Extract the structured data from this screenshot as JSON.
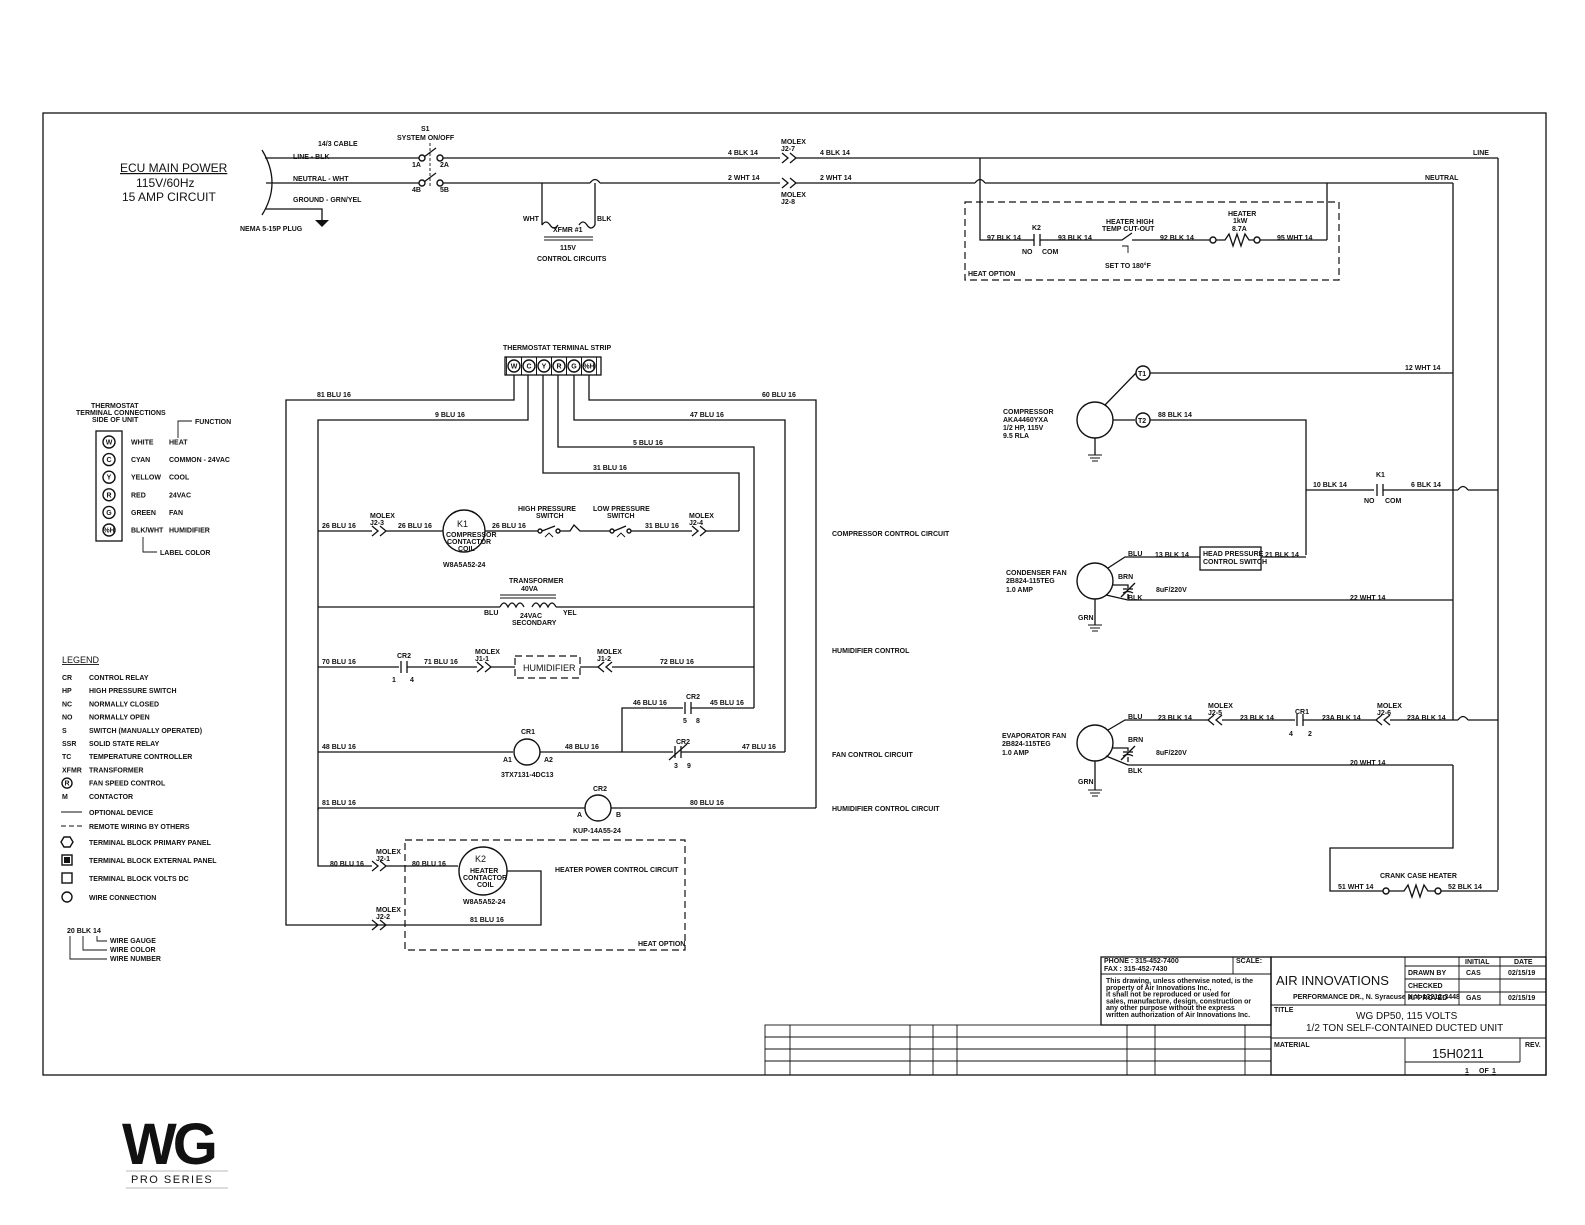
{
  "power": {
    "title": "ECU MAIN POWER",
    "voltage": "115V/60Hz",
    "circuit": "15 AMP CIRCUIT",
    "plug": "NEMA 5-15P PLUG",
    "cable": "14/3 CABLE",
    "line": "LINE - BLK",
    "neutral": "NEUTRAL - WHT",
    "ground": "GROUND - GRN/YEL",
    "switch_id": "S1",
    "switch_name": "SYSTEM ON/OFF",
    "t1a": "1A",
    "t2a": "2A",
    "t4b": "4B",
    "t5b": "5B",
    "w4": "4 BLK 14",
    "w2": "2 WHT 14",
    "molex_a": "MOLEX",
    "molex_a_pin": "J2-7",
    "molex_b": "MOLEX",
    "molex_b_pin": "J2-8",
    "w4b": "4 BLK 14",
    "w2b": "2 WHT 14",
    "line_label": "LINE",
    "neutral_label": "NEUTRAL"
  },
  "transformer1": {
    "wht": "WHT",
    "blk": "BLK",
    "name": "XFMR #1",
    "volts": "115V",
    "caption": "CONTROL CIRCUITS"
  },
  "heat_option_top": {
    "label": "HEAT OPTION",
    "w97": "97 BLK 14",
    "k2": "K2",
    "no": "NO",
    "com": "COM",
    "w93": "93 BLK 14",
    "cutout1": "HEATER HIGH",
    "cutout2": "TEMP CUT-OUT",
    "set": "SET TO 180°F",
    "w92": "92 BLK 14",
    "heater1": "HEATER",
    "heater2": "1kW",
    "heater3": "8.7A",
    "w95": "95 WHT 14"
  },
  "thermostat_strip": {
    "title": "THERMOSTAT TERMINAL STRIP",
    "terminals": [
      "W",
      "C",
      "Y",
      "R",
      "G",
      "%H"
    ]
  },
  "key": {
    "title1": "THERMOSTAT",
    "title2": "TERMINAL CONNECTIONS",
    "title3": "SIDE OF UNIT",
    "function": "FUNCTION",
    "label_color": "LABEL COLOR",
    "rows": [
      {
        "sym": "W",
        "color": "WHITE",
        "func": "HEAT"
      },
      {
        "sym": "C",
        "color": "CYAN",
        "func": "COMMON - 24VAC"
      },
      {
        "sym": "Y",
        "color": "YELLOW",
        "func": "COOL"
      },
      {
        "sym": "R",
        "color": "RED",
        "func": "24VAC"
      },
      {
        "sym": "G",
        "color": "GREEN",
        "func": "FAN"
      },
      {
        "sym": "%H",
        "color": "BLK/WHT",
        "func": "HUMIDIFIER"
      }
    ]
  },
  "legend": {
    "title": "LEGEND",
    "items": [
      {
        "abbr": "CR",
        "desc": "CONTROL RELAY"
      },
      {
        "abbr": "HP",
        "desc": "HIGH PRESSURE SWITCH"
      },
      {
        "abbr": "NC",
        "desc": "NORMALLY CLOSED"
      },
      {
        "abbr": "NO",
        "desc": "NORMALLY OPEN"
      },
      {
        "abbr": "S",
        "desc": "SWITCH (MANUALLY OPERATED)"
      },
      {
        "abbr": "SSR",
        "desc": "SOLID STATE RELAY"
      },
      {
        "abbr": "TC",
        "desc": "TEMPERATURE CONTROLLER"
      },
      {
        "abbr": "XFMR",
        "desc": "TRANSFORMER"
      },
      {
        "abbr": "R",
        "desc": "FAN SPEED CONTROL"
      },
      {
        "abbr": "M",
        "desc": "CONTACTOR"
      }
    ],
    "symbols": [
      "OPTIONAL DEVICE",
      "REMOTE WIRING BY OTHERS",
      "TERMINAL BLOCK PRIMARY PANEL",
      "TERMINAL BLOCK EXTERNAL PANEL",
      "TERMINAL BLOCK VOLTS DC",
      "WIRE CONNECTION"
    ],
    "wire_example": "20 BLK 14",
    "wire_gauge": "WIRE GAUGE",
    "wire_color": "WIRE COLOR",
    "wire_number": "WIRE NUMBER"
  },
  "control": {
    "w81": "81 BLU 16",
    "w9": "9 BLU 16",
    "w47": "47 BLU 16",
    "w60": "60 BLU 16",
    "w5": "5 BLU 16",
    "w31": "31 BLU 16",
    "w26a": "26 BLU 16",
    "molex_j23": "MOLEX",
    "molex_j23_pin": "J2-3",
    "w26b": "26 BLU 16",
    "k1": "K1",
    "k1_desc1": "COMPRESSOR",
    "k1_desc2": "CONTACTOR",
    "k1_desc3": "COIL",
    "k1_part": "W8A5A52-24",
    "w26c": "26 BLU 16",
    "hps1": "HIGH PRESSURE",
    "hps2": "SWITCH",
    "lps1": "LOW PRESSURE",
    "lps2": "SWITCH",
    "w31b": "31 BLU 16",
    "molex_j24": "MOLEX",
    "molex_j24_pin": "J2-4",
    "compressor_circuit": "COMPRESSOR CONTROL CIRCUIT",
    "xfmr_name": "TRANSFORMER",
    "xfmr_va": "40VA",
    "xfmr_blu": "BLU",
    "xfmr_yel": "YEL",
    "xfmr_sec1": "24VAC",
    "xfmr_sec2": "SECONDARY",
    "w70": "70 BLU 16",
    "cr2a": "CR2",
    "cr2a_1": "1",
    "cr2a_4": "4",
    "w71": "71 BLU 16",
    "molex_j11": "MOLEX",
    "molex_j11_pin": "J1-1",
    "humidifier": "HUMIDIFIER",
    "molex_j12": "MOLEX",
    "molex_j12_pin": "J1-2",
    "w72": "72 BLU 16",
    "humidifier_control": "HUMIDIFIER CONTROL",
    "w46": "46 BLU 16",
    "cr2b": "CR2",
    "cr2b_5": "5",
    "cr2b_8": "8",
    "w45": "45 BLU 16",
    "w48": "48 BLU 16",
    "cr1": "CR1",
    "cr1_a1": "A1",
    "cr1_a2": "A2",
    "cr1_part": "3TX7131-4DC13",
    "w48b": "48 BLU 16",
    "cr2c": "CR2",
    "cr2c_3": "3",
    "cr2c_9": "9",
    "w47b": "47 BLU 16",
    "fan_circuit": "FAN CONTROL CIRCUIT",
    "w81b": "81 BLU 16",
    "cr2d": "CR2",
    "cr2d_a": "A",
    "cr2d_b": "B",
    "cr2d_part": "KUP-14A55-24",
    "w80": "80 BLU 16",
    "humidifier_circuit": "HUMIDIFIER CONTROL CIRCUIT"
  },
  "heat_option_bottom": {
    "molex_j21": "MOLEX",
    "molex_j21_pin": "J2-1",
    "w80a": "80 BLU 16",
    "w80b": "80 BLU 16",
    "k2": "K2",
    "k2_desc1": "HEATER",
    "k2_desc2": "CONTACTOR",
    "k2_desc3": "COIL",
    "k2_part": "W8A5A52-24",
    "circuit": "HEATER POWER CONTROL CIRCUIT",
    "molex_j22": "MOLEX",
    "molex_j22_pin": "J2-2",
    "w81": "81 BLU 16",
    "label": "HEAT OPTION"
  },
  "compressor": {
    "name": "COMPRESSOR",
    "model": "AKA4460YXA",
    "hp": "1/2 HP, 115V",
    "rla": "9.5 RLA",
    "t1": "T1",
    "t2": "T2",
    "w12": "12 WHT 14",
    "w88": "88 BLK 14",
    "w10": "10 BLK 14",
    "k1": "K1",
    "no": "NO",
    "com": "COM",
    "w6": "6 BLK 14"
  },
  "condenser": {
    "name": "CONDENSER FAN",
    "model": "2B824-115TEG",
    "amp": "1.0 AMP",
    "blu": "BLU",
    "brn": "BRN",
    "blk": "BLK",
    "grn": "GRN",
    "cap": "8uF/220V",
    "w13": "13 BLK 14",
    "switch1": "HEAD PRESSURE",
    "switch2": "CONTROL SWITCH",
    "w21": "21 BLK 14",
    "w22": "22 WHT 14"
  },
  "evaporator": {
    "name": "EVAPORATOR FAN",
    "model": "2B824-115TEG",
    "amp": "1.0 AMP",
    "blu": "BLU",
    "brn": "BRN",
    "blk": "BLK",
    "grn": "GRN",
    "cap": "8uF/220V",
    "w23": "23 BLK 14",
    "molex_j25": "MOLEX",
    "molex_j25_pin": "J2-5",
    "w23b": "23 BLK 14",
    "cr1": "CR1",
    "cr1_4": "4",
    "cr1_2": "2",
    "w23a": "23A BLK 14",
    "molex_j26": "MOLEX",
    "molex_j26_pin": "J2-6",
    "w23a2": "23A BLK 14",
    "w20": "20 WHT 14"
  },
  "crankcase": {
    "name": "CRANK CASE HEATER",
    "w51": "51 WHT 14",
    "w52": "52 BLK 14"
  },
  "title_block": {
    "phone": "PHONE : 315-452-7400",
    "fax": "FAX    : 315-452-7430",
    "scale": "SCALE:",
    "notice": [
      "This drawing, unless otherwise noted, is the",
      "property of Air Innovations Inc.,",
      "it shall not be reproduced or used for",
      "sales, manufacture, design, construction or",
      "any other purpose without the express",
      "written authorization of Air Innovations Inc."
    ],
    "company": "AIR INNOVATIONS",
    "address": "PERFORMANCE DR., N. Syracuse N.Y. 13212-3448",
    "initial": "INITIAL",
    "date": "DATE",
    "drawn_by": "DRAWN BY",
    "drawn_init": "CAS",
    "drawn_date": "02/15/19",
    "checked": "CHECKED",
    "approved": "APPROVED",
    "approved_init": "GAS",
    "approved_date": "02/15/19",
    "title_label": "TITLE",
    "title1": "WG DP50, 115 VOLTS",
    "title2": "1/2 TON SELF-CONTAINED DUCTED UNIT",
    "material": "MATERIAL",
    "dwg": "15H0211",
    "rev": "REV.",
    "sheet_a": "1",
    "sheet_of": "OF",
    "sheet_b": "1"
  },
  "logo": {
    "mark": "WG",
    "line": "PRO SERIES"
  }
}
